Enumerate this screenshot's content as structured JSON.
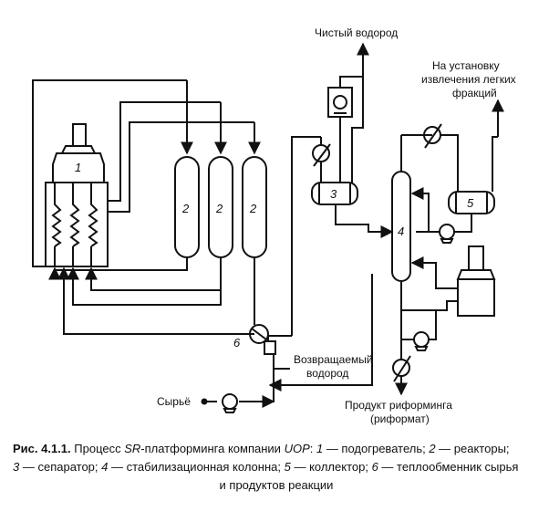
{
  "labels": {
    "pure_hydrogen": "Чистый водород",
    "to_unit_1": "На установку",
    "to_unit_2": "извлечения легких",
    "to_unit_3": "фракций",
    "recycle_1": "Возвращаемый",
    "recycle_2": "водород",
    "feed": "Сырьё",
    "product_1": "Продукт риформинга",
    "product_2": "(риформат)"
  },
  "numbers": {
    "heater": "1",
    "reactor_a": "2",
    "reactor_b": "2",
    "reactor_c": "2",
    "separator": "3",
    "column": "4",
    "collector": "5",
    "exchanger": "6"
  },
  "caption": {
    "fig": "Рис. 4.1.1.",
    "t1": " Процесс ",
    "sr": "SR",
    "t2": "-платформинга компании ",
    "uop": "UOP",
    "t3": ": ",
    "n1": "1",
    "d1": " — подогреватель; ",
    "n2": "2",
    "d2": " — реакторы;",
    "n3": "3",
    "d3": " — сепаратор; ",
    "n4": "4",
    "d4": " — стабилизационная колонна; ",
    "n5": "5",
    "d5": " — коллектор; ",
    "n6": "6",
    "d6": " — теплообменник сырья",
    "line2": "и продуктов реакции"
  }
}
